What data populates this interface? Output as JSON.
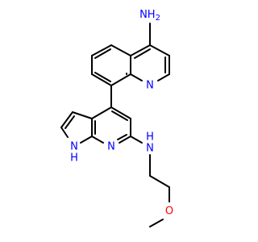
{
  "atoms": {
    "amine_nh2": {
      "label": "NH",
      "subscript": "2"
    },
    "quinoline_n": {
      "label": "N"
    },
    "pyrrole_nh": {
      "label": "H",
      "sub_label": "N"
    },
    "pyridine_n": {
      "label": "N"
    },
    "amino_nh": {
      "label": "H",
      "sub_label": "N"
    },
    "ether_o": {
      "label": "O"
    }
  },
  "colors": {
    "bond": "#000000",
    "nitrogen": "#0000ff",
    "oxygen": "#ff0000"
  }
}
